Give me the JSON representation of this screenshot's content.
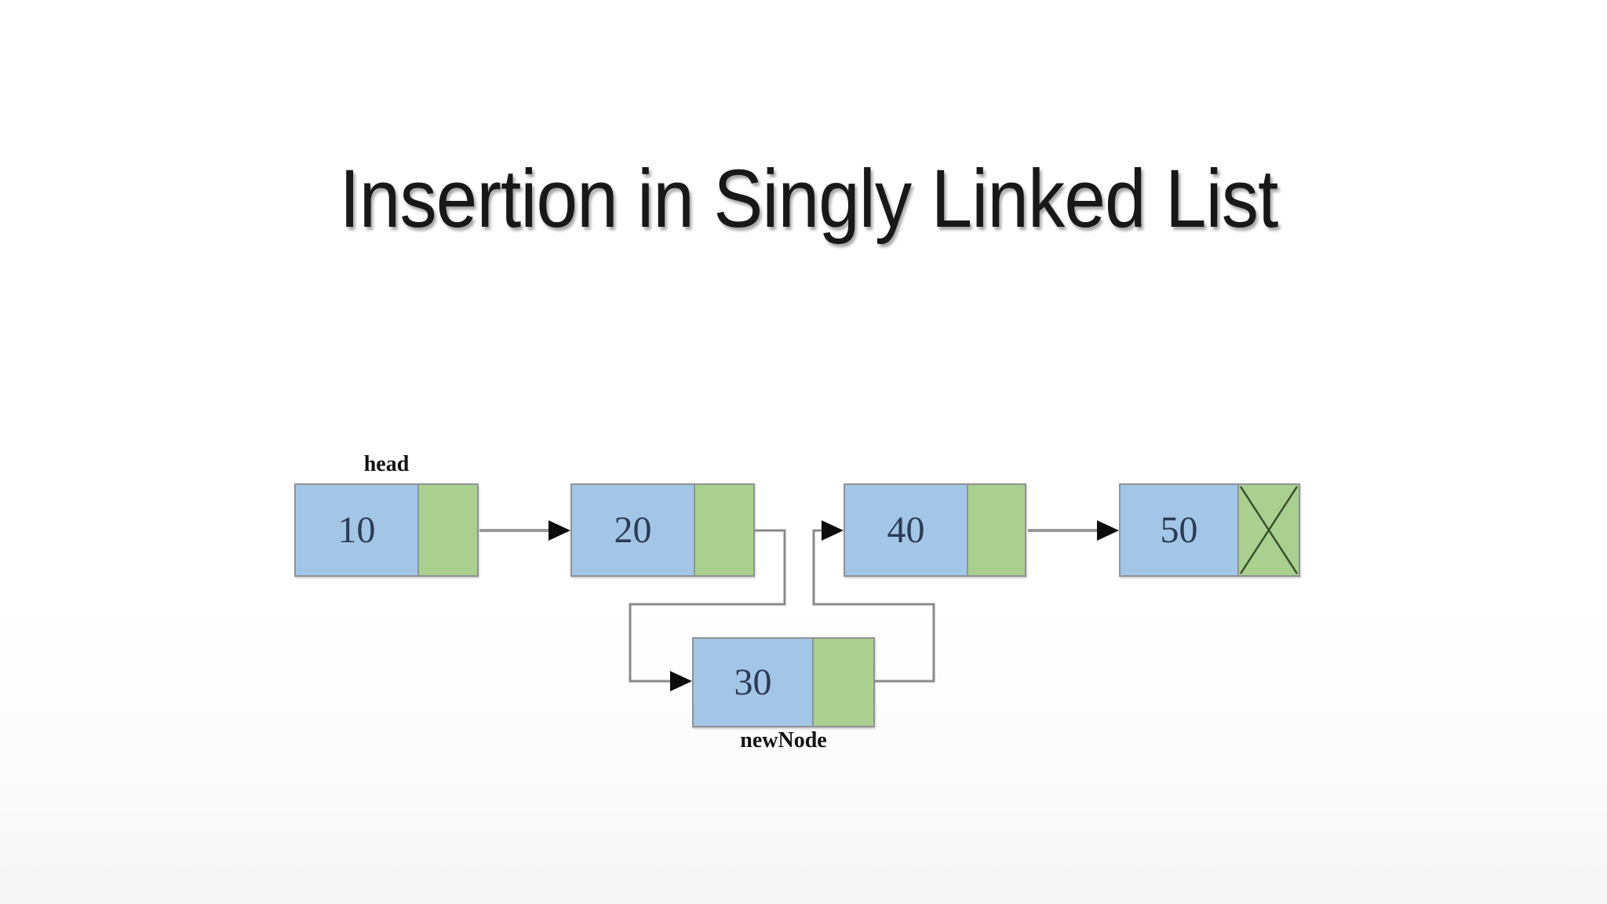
{
  "slide": {
    "title": "Insertion in Singly Linked List"
  },
  "diagram": {
    "head_label": "head",
    "new_node_label": "newNode",
    "nodes": [
      {
        "name": "node-10",
        "value": "10",
        "role": "head node"
      },
      {
        "name": "node-20",
        "value": "20",
        "role": "chain node"
      },
      {
        "name": "node-40",
        "value": "40",
        "role": "chain node"
      },
      {
        "name": "node-50",
        "value": "50",
        "role": "tail node",
        "next": "null-cross"
      },
      {
        "name": "node-30",
        "value": "30",
        "role": "inserted new node"
      }
    ],
    "edges": [
      {
        "from": "10",
        "to": "20"
      },
      {
        "from": "20",
        "to": "30"
      },
      {
        "from": "30",
        "to": "40"
      },
      {
        "from": "40",
        "to": "50"
      },
      {
        "from": "50",
        "to": "NULL"
      }
    ]
  },
  "colors": {
    "data_cell_fill": "#a4c6e6",
    "pointer_cell_fill": "#a9d08e",
    "cell_border": "#8f9296",
    "connector_line": "#8a8a8a",
    "arrowhead": "#0d0d0d",
    "value_text": "#2b3c55",
    "title_text": "#181818",
    "null_cross": "#39502f",
    "background": "#ffffff"
  }
}
